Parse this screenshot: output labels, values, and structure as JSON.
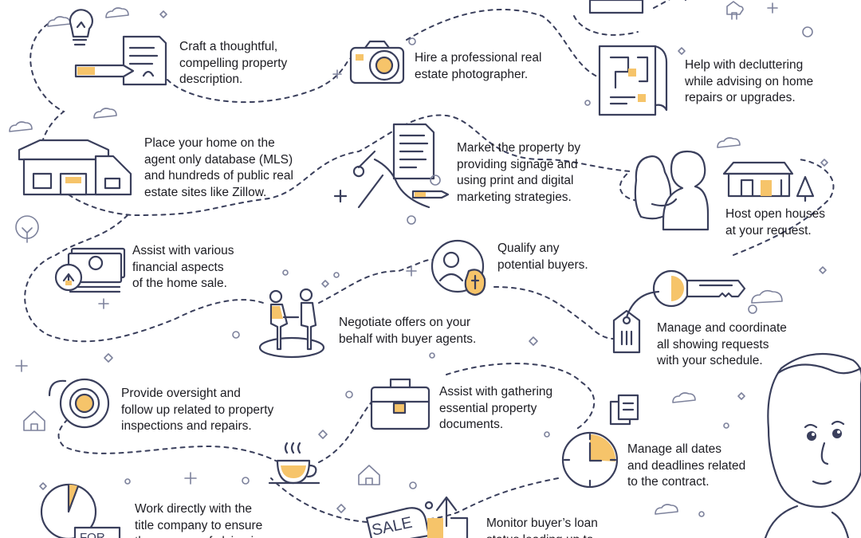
{
  "colors": {
    "ink": "#3a3f5c",
    "accent": "#f6c46a",
    "background": "#ffffff"
  },
  "steps": [
    {
      "text": "Craft a thoughtful,\ncompelling property\ndescription.",
      "icon": "description-pencil-icon"
    },
    {
      "text": "Hire a professional real\nestate photographer.",
      "icon": "camera-icon"
    },
    {
      "text": "Help with decluttering\nwhile advising on home\nrepairs or upgrades.",
      "icon": "floor-plan-icon"
    },
    {
      "text": "Place your home on the\nagent only database (MLS)\nand hundreds of public real\nestate sites like Zillow.",
      "icon": "house-listing-icon"
    },
    {
      "text": "Market the property by\nproviding signage and\nusing print and digital\nmarketing strategies.",
      "icon": "documents-hand-icon"
    },
    {
      "text": "Host open houses\nat your request.",
      "icon": "couple-house-icon"
    },
    {
      "text": "Assist with various\nfinancial aspects\nof the home sale.",
      "icon": "money-stack-icon"
    },
    {
      "text": "Qualify any\npotential buyers.",
      "icon": "buyer-qualify-icon"
    },
    {
      "text": "Negotiate offers on your\nbehalf with buyer agents.",
      "icon": "negotiation-people-icon"
    },
    {
      "text": "Manage and coordinate\nall showing requests\nwith your schedule.",
      "icon": "key-tag-icon"
    },
    {
      "text": "Provide oversight and\nfollow up related to property\ninspections and repairs.",
      "icon": "inspection-magnifier-icon"
    },
    {
      "text": "Assist with gathering\nessential property\ndocuments.",
      "icon": "briefcase-icon"
    },
    {
      "text": "Manage all dates\nand deadlines related\nto the contract.",
      "icon": "clock-icon"
    },
    {
      "text": "Work directly with the\ntitle company to ensure\nthe process of clsing is",
      "icon": "pie-chart-for-sale-icon"
    },
    {
      "text": "Monitor buyer’s loan\nstatus leading up to",
      "icon": "sale-tag-icon"
    }
  ],
  "sale_sign_text": "SALE",
  "for_sign_text": "FOR"
}
